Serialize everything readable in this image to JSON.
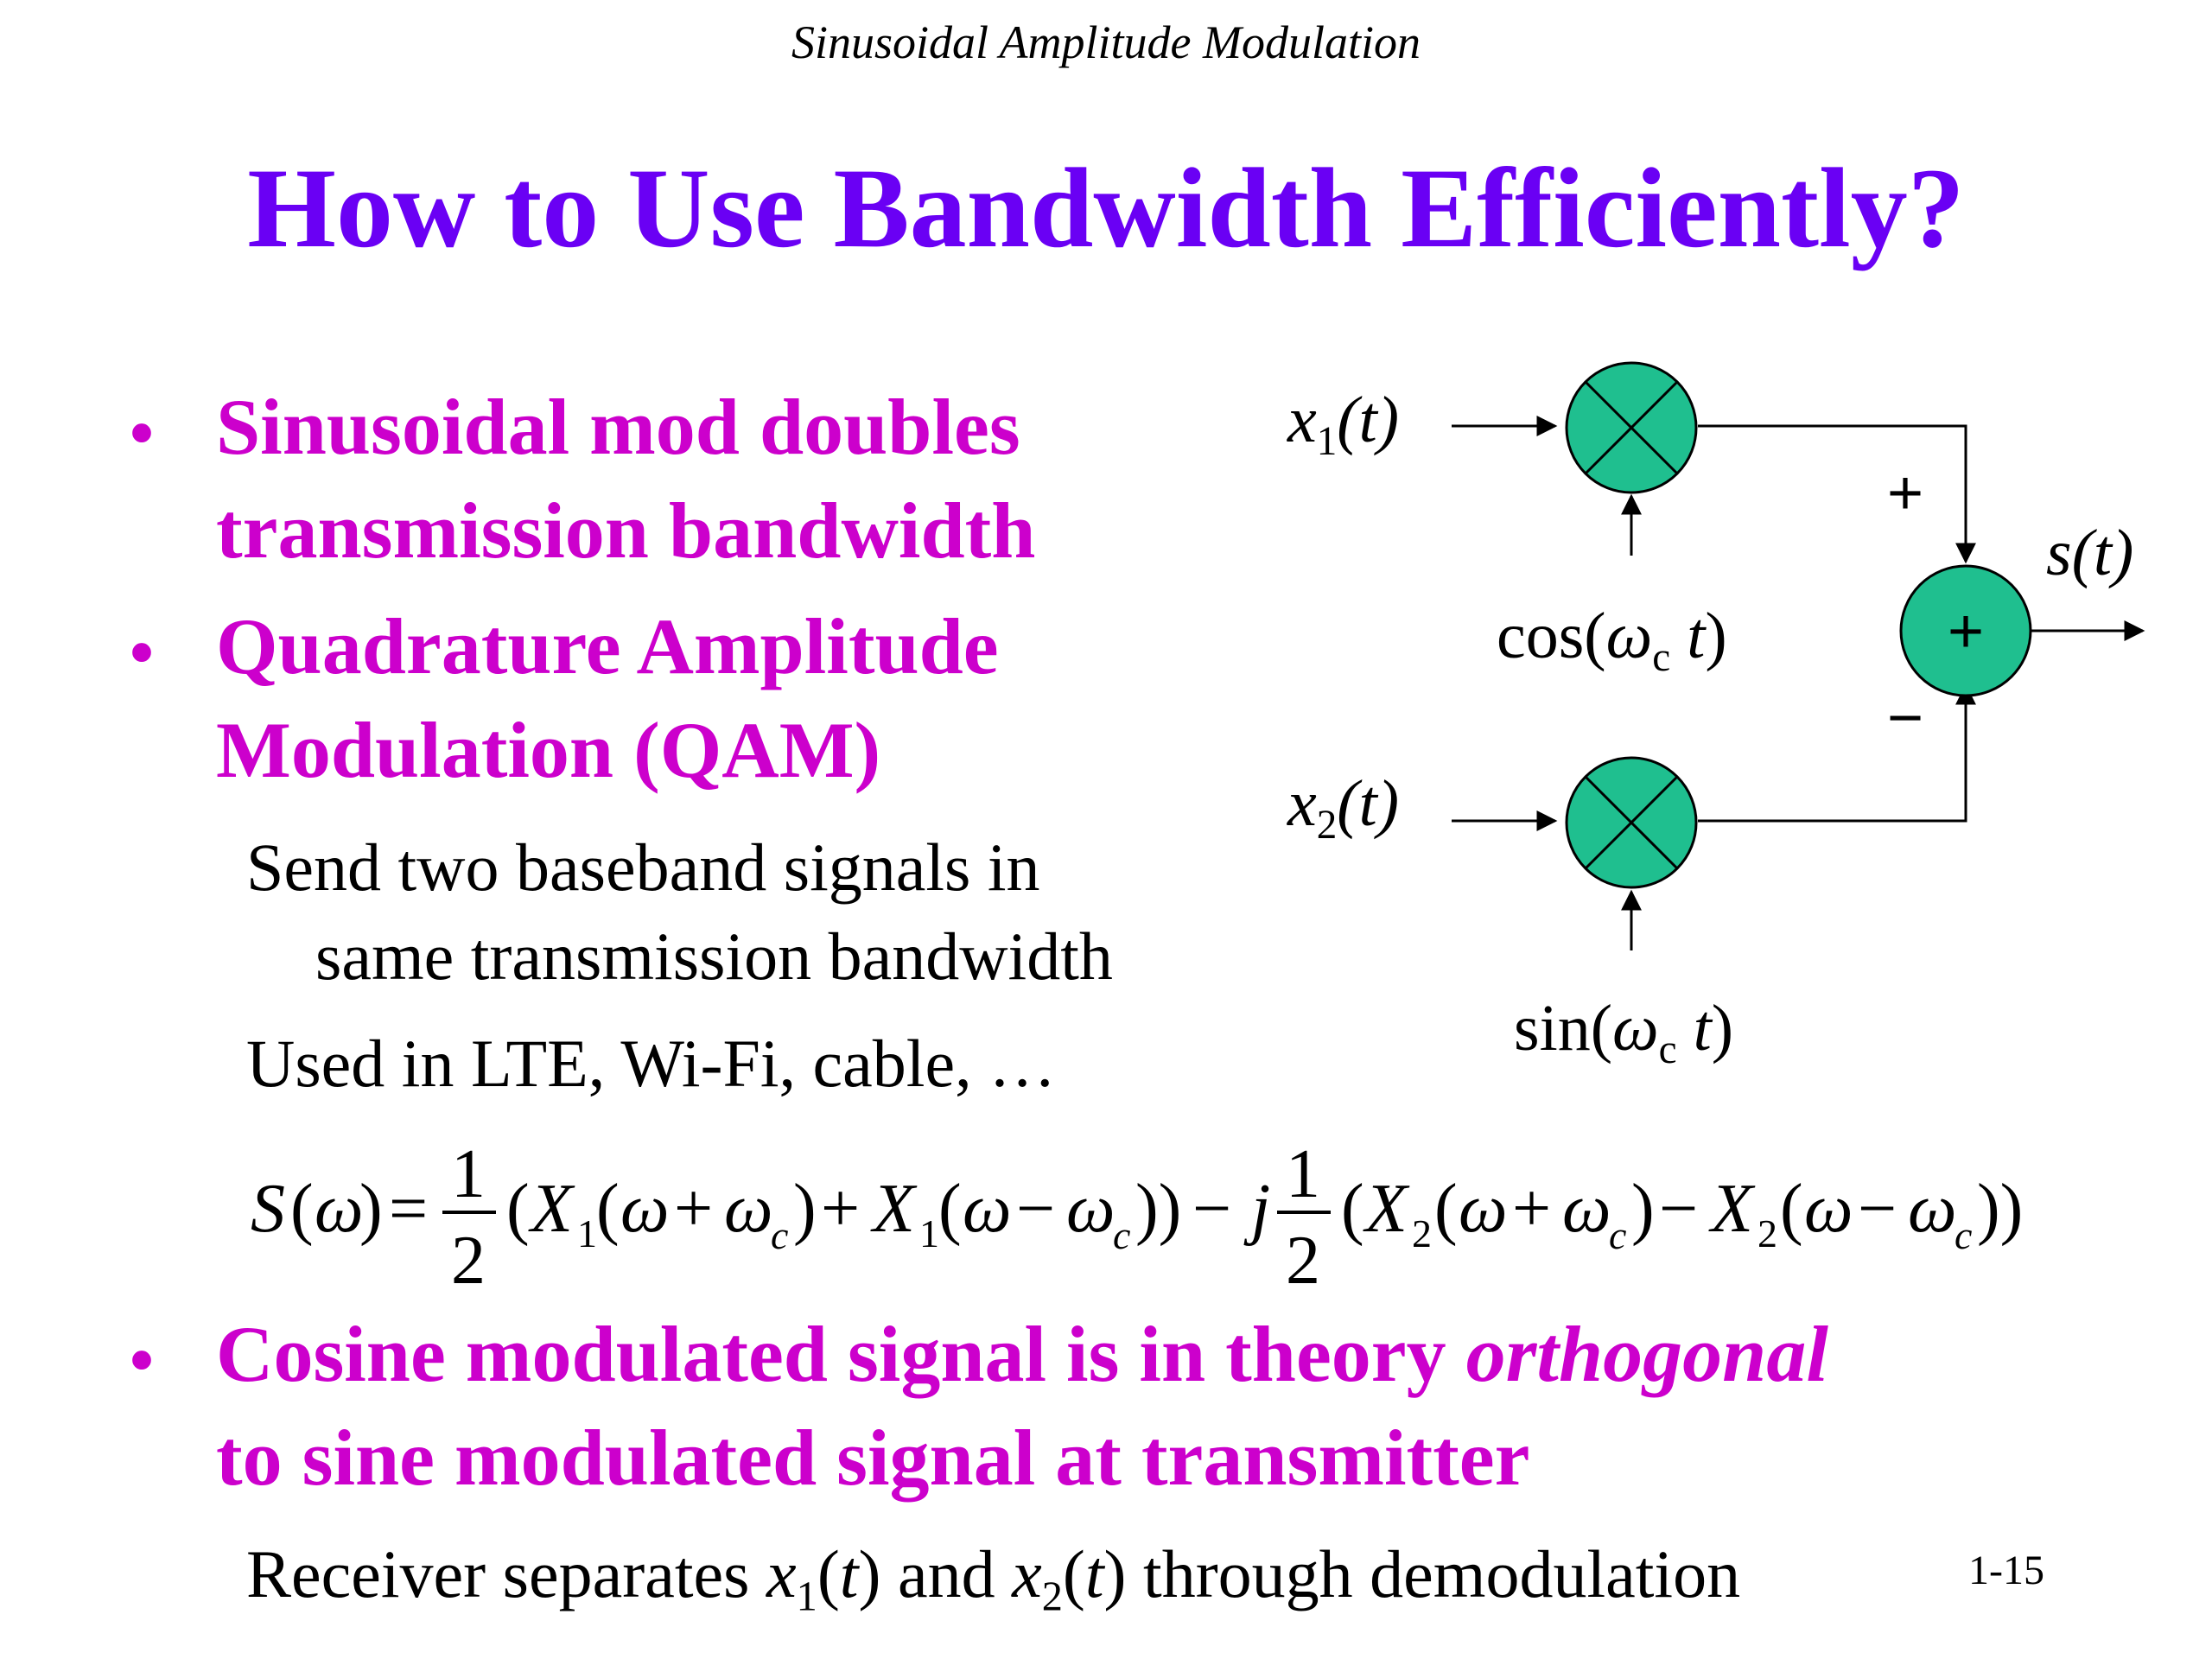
{
  "header": "Sinusoidal Amplitude Modulation",
  "title": "How to Use Bandwidth Efficiently?",
  "bullet_marker": "•",
  "bullets": [
    {
      "lines": [
        "Sinusoidal mod doubles",
        "transmission bandwidth"
      ]
    },
    {
      "lines": [
        "Quadrature Amplitude",
        "Modulation (QAM)"
      ]
    },
    {
      "line1_before": "Cosine modulated signal is in theory ",
      "line1_italic": "orthogonal",
      "line2": "to sine modulated signal at transmitter"
    }
  ],
  "qam_details": [
    {
      "line1": "Send two baseband signals in",
      "line2": "same transmission bandwidth"
    },
    {
      "line1": "Used in LTE, Wi-Fi, cable, …"
    }
  ],
  "receiver_note": {
    "prefix": "Receiver separates ",
    "var": "x",
    "sub1": "1",
    "sub2": "2",
    "t_open": "(",
    "t": "t",
    "t_close": ")",
    "middle": " and ",
    "suffix": " through demodulation"
  },
  "equation": {
    "S": "S",
    "omega": "ω",
    "one": "1",
    "two": "2",
    "j": "j",
    "X": "X",
    "sub1": "1",
    "sub2": "2",
    "c": "c",
    "eq": "=",
    "plus": "+",
    "minus": "−"
  },
  "diagram": {
    "input1": {
      "var": "x",
      "sub": "1",
      "arg": "(t)"
    },
    "input2": {
      "var": "x",
      "sub": "2",
      "arg": "(t)"
    },
    "carrier1": {
      "fn": "cos(",
      "omega": "ω",
      "sub": "c",
      "t": " t",
      "close": ")"
    },
    "carrier2": {
      "fn": "sin(",
      "omega": "ω",
      "sub": "c",
      "t": " t",
      "close": ")"
    },
    "output": "s(t)",
    "plus_sign": "+",
    "minus_sign": "−",
    "summer_symbol": "+",
    "colors": {
      "node_fill": "#1fbf8f",
      "line": "#000000"
    }
  },
  "page_number": "1-15"
}
